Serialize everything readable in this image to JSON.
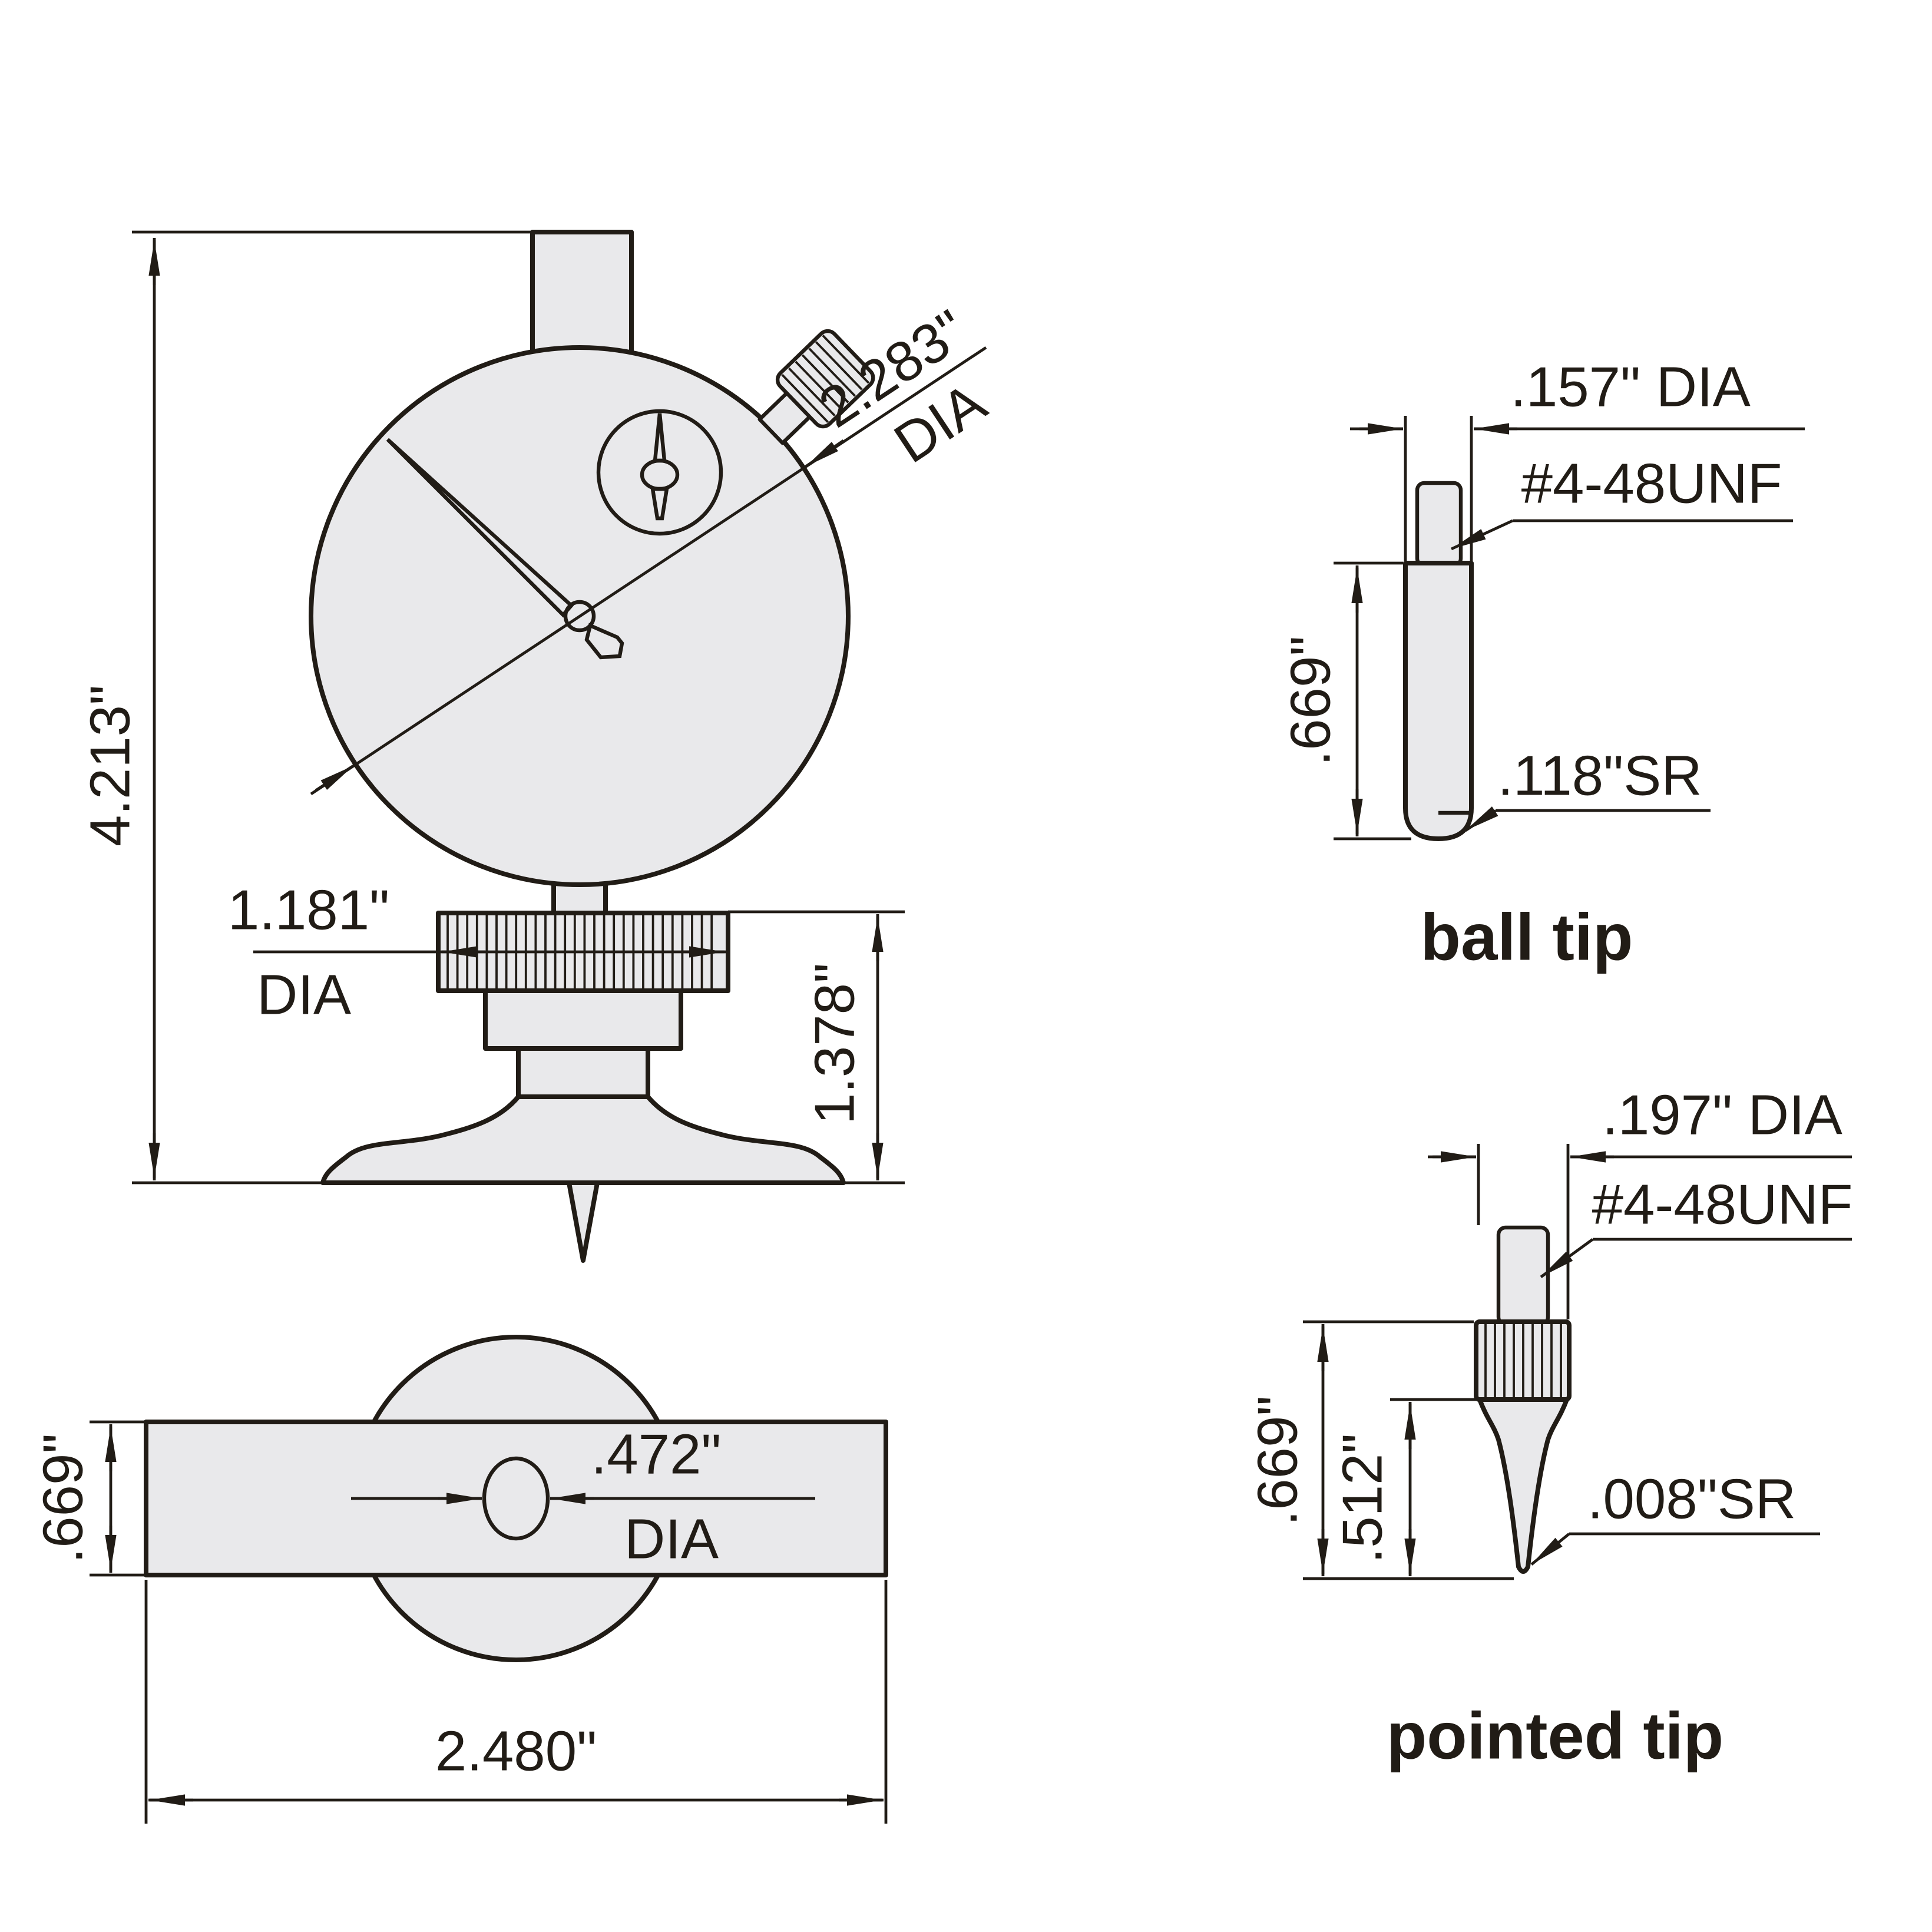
{
  "title": "dial depth gauge dimensioned technical drawing",
  "colors": {
    "line": "#211c16",
    "part_fill": "#e9e9eb",
    "background": "#ffffff"
  },
  "main_view": {
    "overall_height": "4.213\"",
    "dial_diameter": "2.283\"",
    "dial_diameter_label": "DIA",
    "clamp_diameter": "1.181\"",
    "clamp_diameter_label": "DIA",
    "base_height": "1.378\""
  },
  "base_view": {
    "base_width": ".669\"",
    "hole_diameter": ".472\"",
    "hole_diameter_label": "DIA",
    "base_length": "2.480\""
  },
  "ball_tip": {
    "label": "ball tip",
    "tip_diameter": ".157\" DIA",
    "thread": "#4-48UNF",
    "tip_length": ".669\"",
    "ball_radius": ".118\"SR"
  },
  "pointed_tip": {
    "label": "pointed tip",
    "tip_diameter": ".197\" DIA",
    "thread": "#4-48UNF",
    "tip_length": ".669\"",
    "point_length": ".512\"",
    "point_radius": ".008\"SR"
  }
}
